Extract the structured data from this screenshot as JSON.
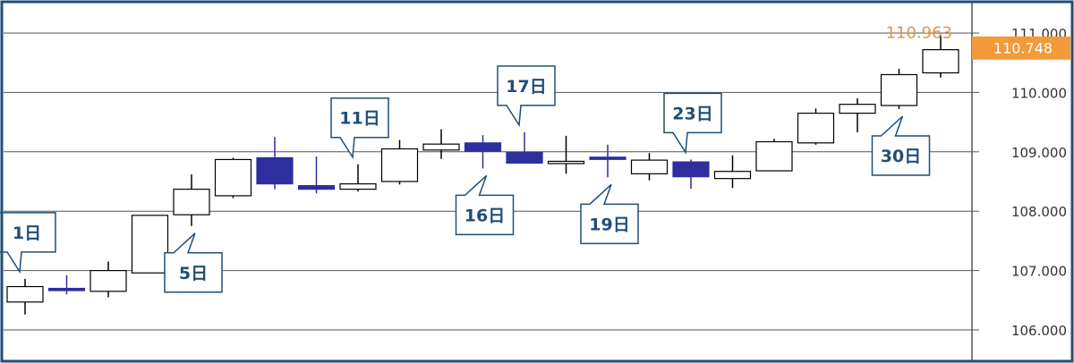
{
  "chart_data": {
    "type": "candlestick",
    "ylim": [
      105.5,
      111.5
    ],
    "yticks": [
      {
        "value": 106.0,
        "label": "106.000"
      },
      {
        "value": 107.0,
        "label": "107.000"
      },
      {
        "value": 108.0,
        "label": "108.000"
      },
      {
        "value": 109.0,
        "label": "109.000"
      },
      {
        "value": 110.0,
        "label": "110.000"
      },
      {
        "value": 111.0,
        "label": "111.000"
      }
    ],
    "grid": true,
    "high_marker": {
      "value": 110.963,
      "label": "110.963"
    },
    "current_price": {
      "value": 110.748,
      "label": "110.748"
    },
    "candles": [
      {
        "open": 106.47,
        "high": 106.86,
        "low": 106.26,
        "close": 106.73
      },
      {
        "open": 106.7,
        "high": 106.92,
        "low": 106.6,
        "close": 106.67
      },
      {
        "open": 106.65,
        "high": 107.15,
        "low": 106.55,
        "close": 107.0
      },
      {
        "open": 106.96,
        "high": 107.93,
        "low": 106.96,
        "close": 107.93
      },
      {
        "open": 107.94,
        "high": 108.62,
        "low": 107.75,
        "close": 108.37
      },
      {
        "open": 108.26,
        "high": 108.9,
        "low": 108.22,
        "close": 108.87
      },
      {
        "open": 108.9,
        "high": 109.25,
        "low": 108.37,
        "close": 108.46
      },
      {
        "open": 108.43,
        "high": 108.92,
        "low": 108.3,
        "close": 108.37
      },
      {
        "open": 108.37,
        "high": 108.79,
        "low": 108.33,
        "close": 108.46
      },
      {
        "open": 108.5,
        "high": 109.2,
        "low": 108.45,
        "close": 109.05
      },
      {
        "open": 109.03,
        "high": 109.38,
        "low": 108.88,
        "close": 109.13
      },
      {
        "open": 109.15,
        "high": 109.28,
        "low": 108.72,
        "close": 109.01
      },
      {
        "open": 108.99,
        "high": 109.33,
        "low": 108.8,
        "close": 108.81
      },
      {
        "open": 108.84,
        "high": 109.27,
        "low": 108.63,
        "close": 108.84
      },
      {
        "open": 108.91,
        "high": 109.12,
        "low": 108.57,
        "close": 108.88
      },
      {
        "open": 108.63,
        "high": 108.98,
        "low": 108.52,
        "close": 108.86
      },
      {
        "open": 108.83,
        "high": 108.87,
        "low": 108.38,
        "close": 108.58
      },
      {
        "open": 108.55,
        "high": 108.94,
        "low": 108.39,
        "close": 108.67
      },
      {
        "open": 108.68,
        "high": 109.22,
        "low": 108.68,
        "close": 109.17
      },
      {
        "open": 109.15,
        "high": 109.73,
        "low": 109.12,
        "close": 109.65
      },
      {
        "open": 109.65,
        "high": 109.9,
        "low": 109.33,
        "close": 109.8
      },
      {
        "open": 109.78,
        "high": 110.4,
        "low": 109.72,
        "close": 110.3
      },
      {
        "open": 110.33,
        "high": 110.96,
        "low": 110.25,
        "close": 110.72
      }
    ],
    "callouts": [
      {
        "label": "1日",
        "candle": 0,
        "pos": "above"
      },
      {
        "label": "5日",
        "candle": 4,
        "pos": "below"
      },
      {
        "label": "11日",
        "candle": 8,
        "pos": "above"
      },
      {
        "label": "16日",
        "candle": 11,
        "pos": "below"
      },
      {
        "label": "17日",
        "candle": 12,
        "pos": "above"
      },
      {
        "label": "19日",
        "candle": 14,
        "pos": "below"
      },
      {
        "label": "23日",
        "candle": 16,
        "pos": "above"
      },
      {
        "label": "30日",
        "candle": 21,
        "pos": "below"
      }
    ]
  },
  "colors": {
    "frame": "#1f4e79",
    "grid": "#555555",
    "up_fill": "#ffffff",
    "up_line": "#000000",
    "down_fill": "#2e2e9e",
    "down_line": "#2e2e9e",
    "high_label": "#d9954a",
    "current_bg": "#f39a3a",
    "callout_border": "#1f4e79",
    "callout_text": "#1f4e79",
    "axis_bg": "#ffffff"
  }
}
